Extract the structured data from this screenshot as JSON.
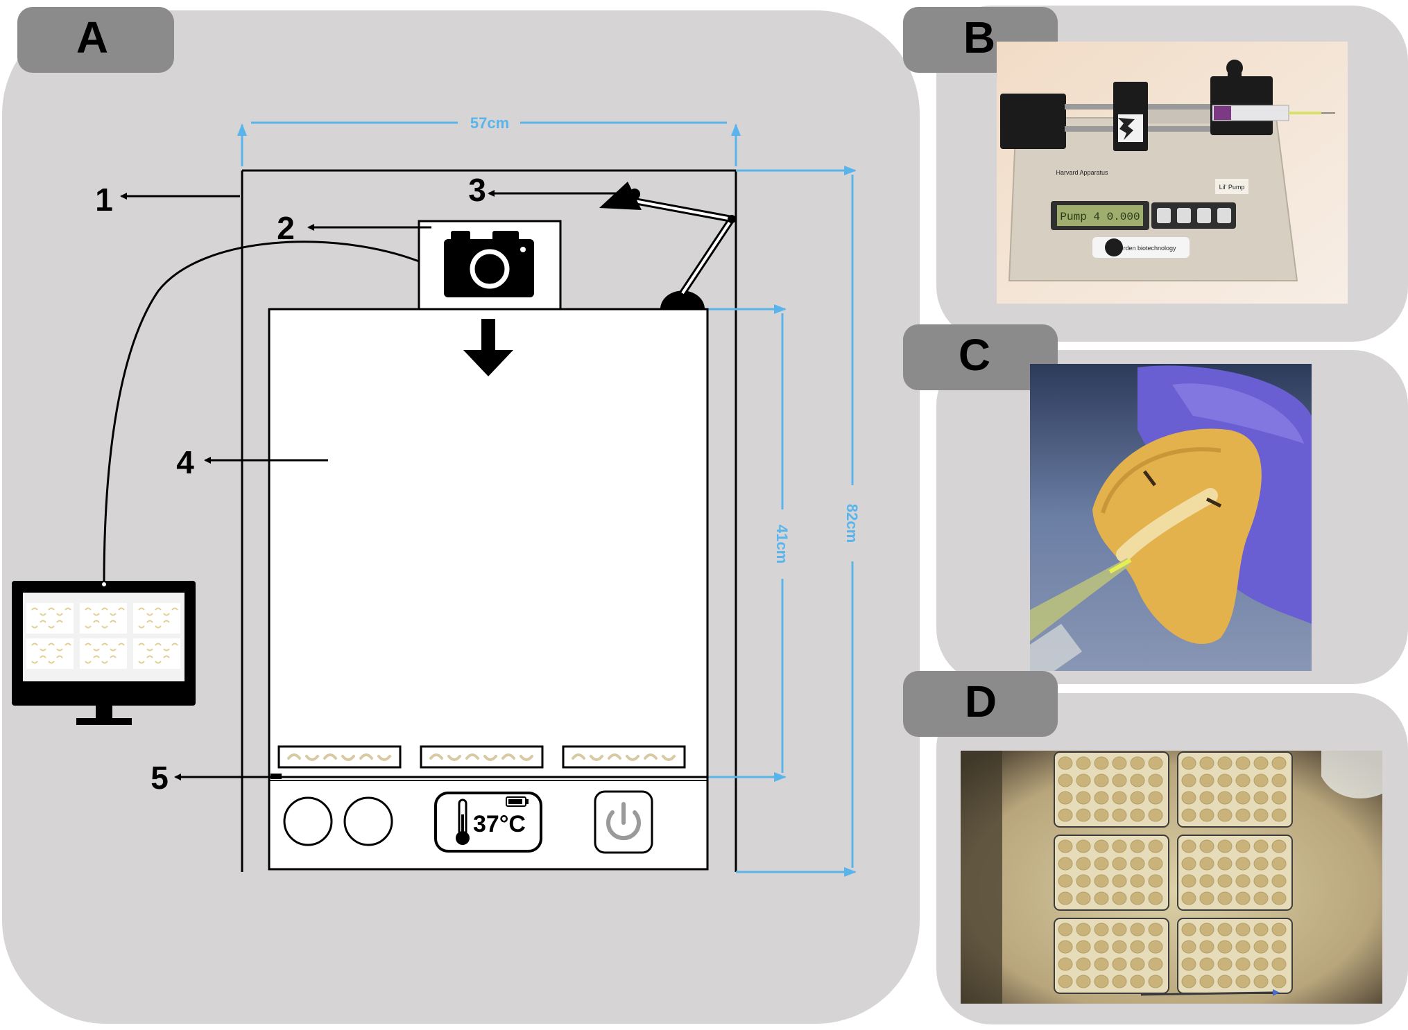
{
  "panels": {
    "a": {
      "letter": "A"
    },
    "b": {
      "letter": "B"
    },
    "c": {
      "letter": "C"
    },
    "d": {
      "letter": "D"
    }
  },
  "callouts": [
    "1",
    "2",
    "3",
    "4",
    "5"
  ],
  "dimensions": {
    "width": "57cm",
    "chamber_height": "41cm",
    "total_height": "82cm"
  },
  "incubator": {
    "temperature": "37°C"
  },
  "pump": {
    "display": "Pump 4 0.000",
    "label": "Lil' Pump",
    "brand": "Harvard Apparatus",
    "maker": "orden biotechnology"
  },
  "colors": {
    "panel_bg": "#d6d4d5",
    "tab_bg": "#8b8b8b",
    "dimension_line": "#5ab4ec",
    "glove": "#6a5fd2",
    "sponge": "#e3b24c"
  },
  "icons": [
    "camera-icon",
    "desk-lamp-icon",
    "monitor-icon",
    "thermometer-icon",
    "battery-icon",
    "power-icon",
    "down-arrow-icon"
  ]
}
